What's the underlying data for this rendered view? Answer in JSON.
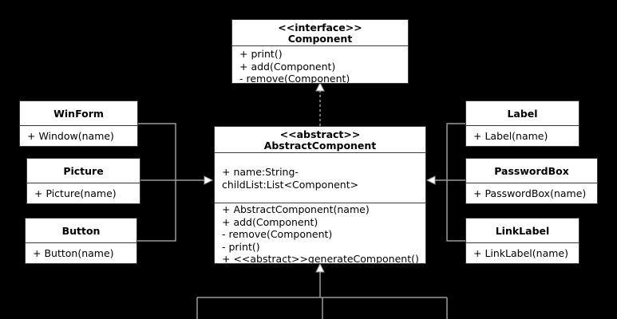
{
  "classes": {
    "component": {
      "stereotype": "<<interface>>",
      "name": "Component",
      "methods": [
        "+ print()",
        "+ add(Component)",
        "- remove(Component)"
      ]
    },
    "abstract_component": {
      "stereotype": "<<abstract>>",
      "name": "AbstractComponent",
      "attributes": [
        "+ name:String-",
        "childList:List<Component>"
      ],
      "methods": [
        "+ AbstractComponent(name)",
        "+ add(Component)",
        "- remove(Component)",
        "- print()",
        "+ <<abstract>>generateComponent()"
      ]
    },
    "winform": {
      "name": "WinForm",
      "methods": [
        "+ Window(name)"
      ]
    },
    "picture": {
      "name": "Picture",
      "methods": [
        "+ Picture(name)"
      ]
    },
    "button": {
      "name": "Button",
      "methods": [
        "+ Button(name)"
      ]
    },
    "label": {
      "name": "Label",
      "methods": [
        "+ Label(name)"
      ]
    },
    "passwordbox": {
      "name": "PasswordBox",
      "methods": [
        "+ PasswordBox(name)"
      ]
    },
    "linklabel": {
      "name": "LinkLabel",
      "methods": [
        "+ LinkLabel(name)"
      ]
    }
  },
  "colors": {
    "background": "#000000",
    "box_fill": "#ffffff",
    "box_border": "#3a3a3a",
    "connector": "#9a9a9a"
  }
}
